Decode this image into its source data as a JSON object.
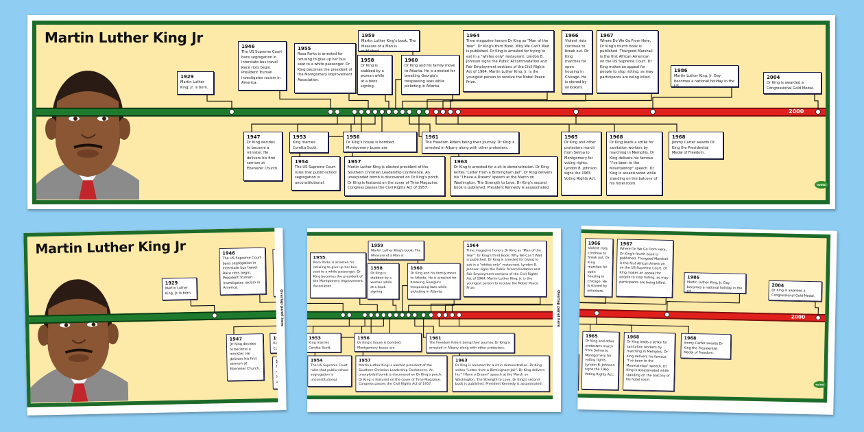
{
  "title": "Martin Luther King Jr",
  "axis_label": "2000",
  "overlap_label": "Overlap panel here",
  "logo_text": "twinkl",
  "colors": {
    "background": "#8fcdf2",
    "frame": "#1d6b2a",
    "paper": "#fde9a8",
    "timeline_early": "#1f7a2e",
    "timeline_late": "#e0201c"
  },
  "events": [
    {
      "year": "1929",
      "text": "Martin Luther King, Jr. is born."
    },
    {
      "year": "1946",
      "text": "The US Supreme Court bans segregation in interstate bus travel. Race riots begin. President Truman investigates racism in America."
    },
    {
      "year": "1955",
      "text": "Rosa Parks is arrested for refusing to give up her bus seat to a white passenger. Dr King becomes the president of the Montgomery Improvement Association."
    },
    {
      "year": "1959",
      "text": "Martin Luther King's book, The Measure of a Man is published."
    },
    {
      "year": "1958",
      "text": "Dr King is stabbed by a woman while at a book signing."
    },
    {
      "year": "1960",
      "text": "Dr King and his family move to Atlanta. He is arrested for breaking Georgia's trespassing laws while picketing in Atlanta."
    },
    {
      "year": "1964",
      "text": "Time magazine honors Dr King as \"Man of the Year\". Dr King's third Book, Why We Can't Wait is published. Dr King is arrested for trying to eat in a \"whites only\" restaurant. Lyndon B. Johnson signs the Public Accommodation and Fair Employment sections of the Civil Rights Act of 1964. Martin Luther King, Jr. is the youngest person to receive the Nobel Peace Prize."
    },
    {
      "year": "1966",
      "text": "Violent riots continue to break out. Dr King marches for open housing in Chicago. He is stoned by onlookers."
    },
    {
      "year": "1967",
      "text": "Where Do We Go From Here, Dr King's fourth book is published. Thurgood Marshall is the first African American on the US Supreme Court. Dr King makes an appeal for people to stop rioting, as may participants are being killed."
    },
    {
      "year": "1986",
      "text": "Martin Luther King, Jr. Day becomes a national holiday in the US."
    },
    {
      "year": "2004",
      "text": "Dr King is awarded a Congressional Gold Medal."
    },
    {
      "year": "1947",
      "text": "Dr King decides to become a minister. He delivers his first sermon at Ebenezer Church."
    },
    {
      "year": "1953",
      "text": "King marries Coretta Scott."
    },
    {
      "year": "1954",
      "text": "The US Supreme Court rules that public-school segregation is unconstitutional."
    },
    {
      "year": "1956",
      "text": "Dr King's house is bombed. Montgomery buses are desegregated."
    },
    {
      "year": "1957",
      "text": "Martin Luther King is elected president of the Southern Christian Leadership Conference. An unexploded bomb is discovered on Dr King's porch. Dr King is featured on the cover of Time Magazine. Congress passes the Civil Rights Act of 1957."
    },
    {
      "year": "1961",
      "text": "The Freedom Riders being their journey. Dr King is arrested in Albany along with other protesters."
    },
    {
      "year": "1963",
      "text": "Dr King is arrested for a sit in demonstration. Dr King writes \"Letter from a Birmingham Jail\". Dr King delivers his \"I Have a Dream\" speech at the March on Washington. The Strength to Love, Dr King's second book is published.  President Kennedy is assassinated."
    },
    {
      "year": "1965",
      "text": "Dr King and other protesters march from Selma to Montgomery for voting rights. Lyndon B. Johnson signs the 1965 Voting Rights Act."
    },
    {
      "year": "1968",
      "text": "Dr King leads a strike for sanitation workers by marching in Memphis. Dr King delivers his famous \"I've been to the Mountaintop\" speech.  Dr King is assassinated while standing on the balcony of his hotel room."
    },
    {
      "year": "1968",
      "text": "Jimmy Carter awards Dr King the Presidential Medal of Freedom."
    }
  ]
}
